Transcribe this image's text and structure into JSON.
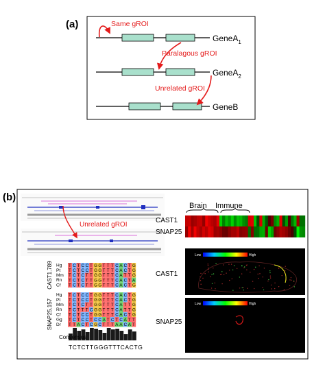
{
  "panel_a": {
    "label": "(a)",
    "red_notes": {
      "same": "Same gROI",
      "paralogous": "Paralagous gROI",
      "unrelated": "Unrelated gROI"
    },
    "genes": [
      {
        "name": "GeneA",
        "sub": "1"
      },
      {
        "name": "GeneA",
        "sub": "2"
      },
      {
        "name": "GeneB",
        "sub": ""
      }
    ]
  },
  "panel_b": {
    "label": "(b)",
    "unrelated_note": "Unrelated gROI",
    "heatmap": {
      "group_labels": [
        "Brain",
        "Immune"
      ],
      "rows": [
        "CAST1",
        "SNAP25"
      ]
    },
    "alignment": {
      "block1_label": "CAST1.789",
      "block1_species": [
        "Hg",
        "Pt",
        "Mm",
        "Rn",
        "Cf"
      ],
      "block1_seqs": [
        "TCTCCTGGTTTCACTG",
        "TCTCCTGGTTTCACTG",
        "TCTCTTGGTTTCATTG",
        "TCTCTTGGTTTCACTA",
        "TCTCTTGGTTTCACTG"
      ],
      "block2_label": "SNAP25.157",
      "block2_species": [
        "Hg",
        "Pt",
        "Mm",
        "Rn",
        "Cf",
        "Gg",
        "Dr"
      ],
      "block2_seqs": [
        "TCTCCTGGTTTCACTG",
        "TCTCCTGGTTTCACTG",
        "TCTCTTGGTTTCATTG",
        "TCTTTCGGTTTCATTG",
        "TCTCCTGGTTTCACTG",
        "TCTCCTCCATCTCATTG",
        "TTACTCGCTTTAACAT"
      ],
      "consensus_label": "Consensus",
      "consensus_seq": "TCTCTTGGGTTTCACTG"
    },
    "brain_maps": [
      {
        "gene": "CAST1",
        "low": "Low",
        "high": "High"
      },
      {
        "gene": "SNAP25",
        "low": "Low",
        "high": "High"
      }
    ]
  },
  "colors": {
    "accent_red": "#e41b1b",
    "exon_fill": "#a9e0cc"
  }
}
